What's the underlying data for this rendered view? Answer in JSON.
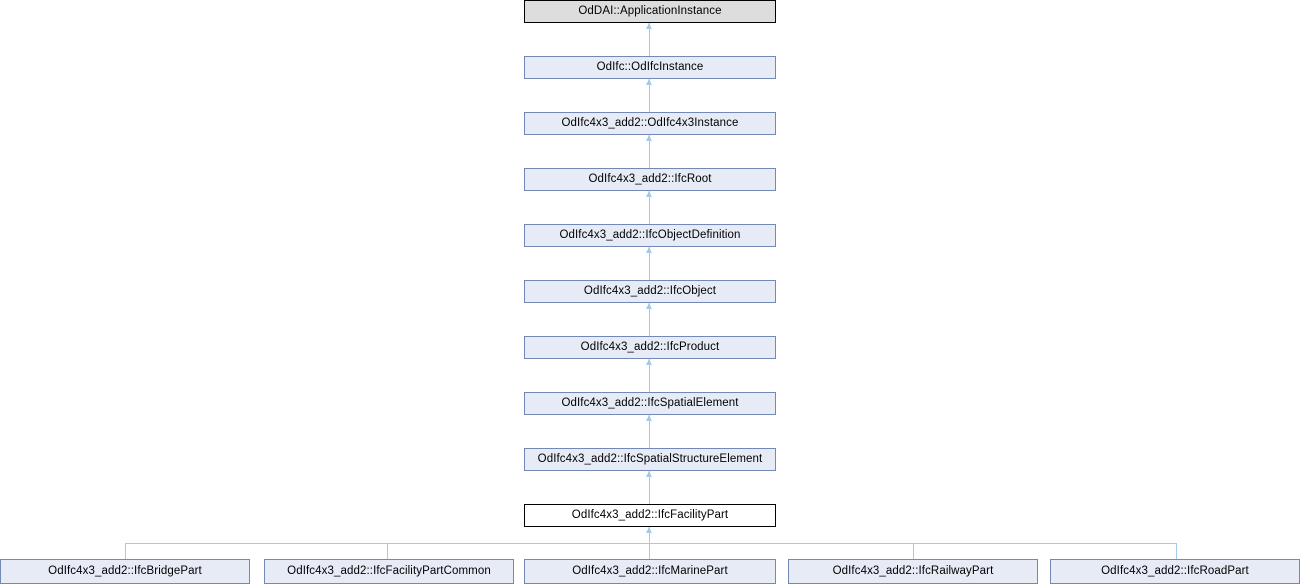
{
  "diagram": {
    "type": "class-inheritance-graph",
    "title": "Inheritance diagram for OdIfc4x3_add2::IfcFacilityPart",
    "colors": {
      "base_node_fill": "#dddddd",
      "base_node_border": "#000000",
      "current_node_fill": "#ffffff",
      "current_node_border": "#000000",
      "inherited_node_fill": "#e7ebf5",
      "inherited_node_border": "#7289b8",
      "edge_color": "#a3cbe8",
      "background": "#ffffff"
    },
    "chain": [
      {
        "label": "OdDAI::ApplicationInstance",
        "style": "base"
      },
      {
        "label": "OdIfc::OdIfcInstance",
        "style": "inherit"
      },
      {
        "label": "OdIfc4x3_add2::OdIfc4x3Instance",
        "style": "inherit"
      },
      {
        "label": "OdIfc4x3_add2::IfcRoot",
        "style": "inherit"
      },
      {
        "label": "OdIfc4x3_add2::IfcObjectDefinition",
        "style": "inherit"
      },
      {
        "label": "OdIfc4x3_add2::IfcObject",
        "style": "inherit"
      },
      {
        "label": "OdIfc4x3_add2::IfcProduct",
        "style": "inherit"
      },
      {
        "label": "OdIfc4x3_add2::IfcSpatialElement",
        "style": "inherit"
      },
      {
        "label": "OdIfc4x3_add2::IfcSpatialStructureElement",
        "style": "inherit"
      },
      {
        "label": "OdIfc4x3_add2::IfcFacilityPart",
        "style": "current"
      }
    ],
    "derived": [
      {
        "label": "OdIfc4x3_add2::IfcBridgePart",
        "style": "inherit"
      },
      {
        "label": "OdIfc4x3_add2::IfcFacilityPartCommon",
        "style": "inherit"
      },
      {
        "label": "OdIfc4x3_add2::IfcMarinePart",
        "style": "inherit"
      },
      {
        "label": "OdIfc4x3_add2::IfcRailwayPart",
        "style": "inherit"
      },
      {
        "label": "OdIfc4x3_add2::IfcRoadPart",
        "style": "inherit"
      }
    ]
  }
}
